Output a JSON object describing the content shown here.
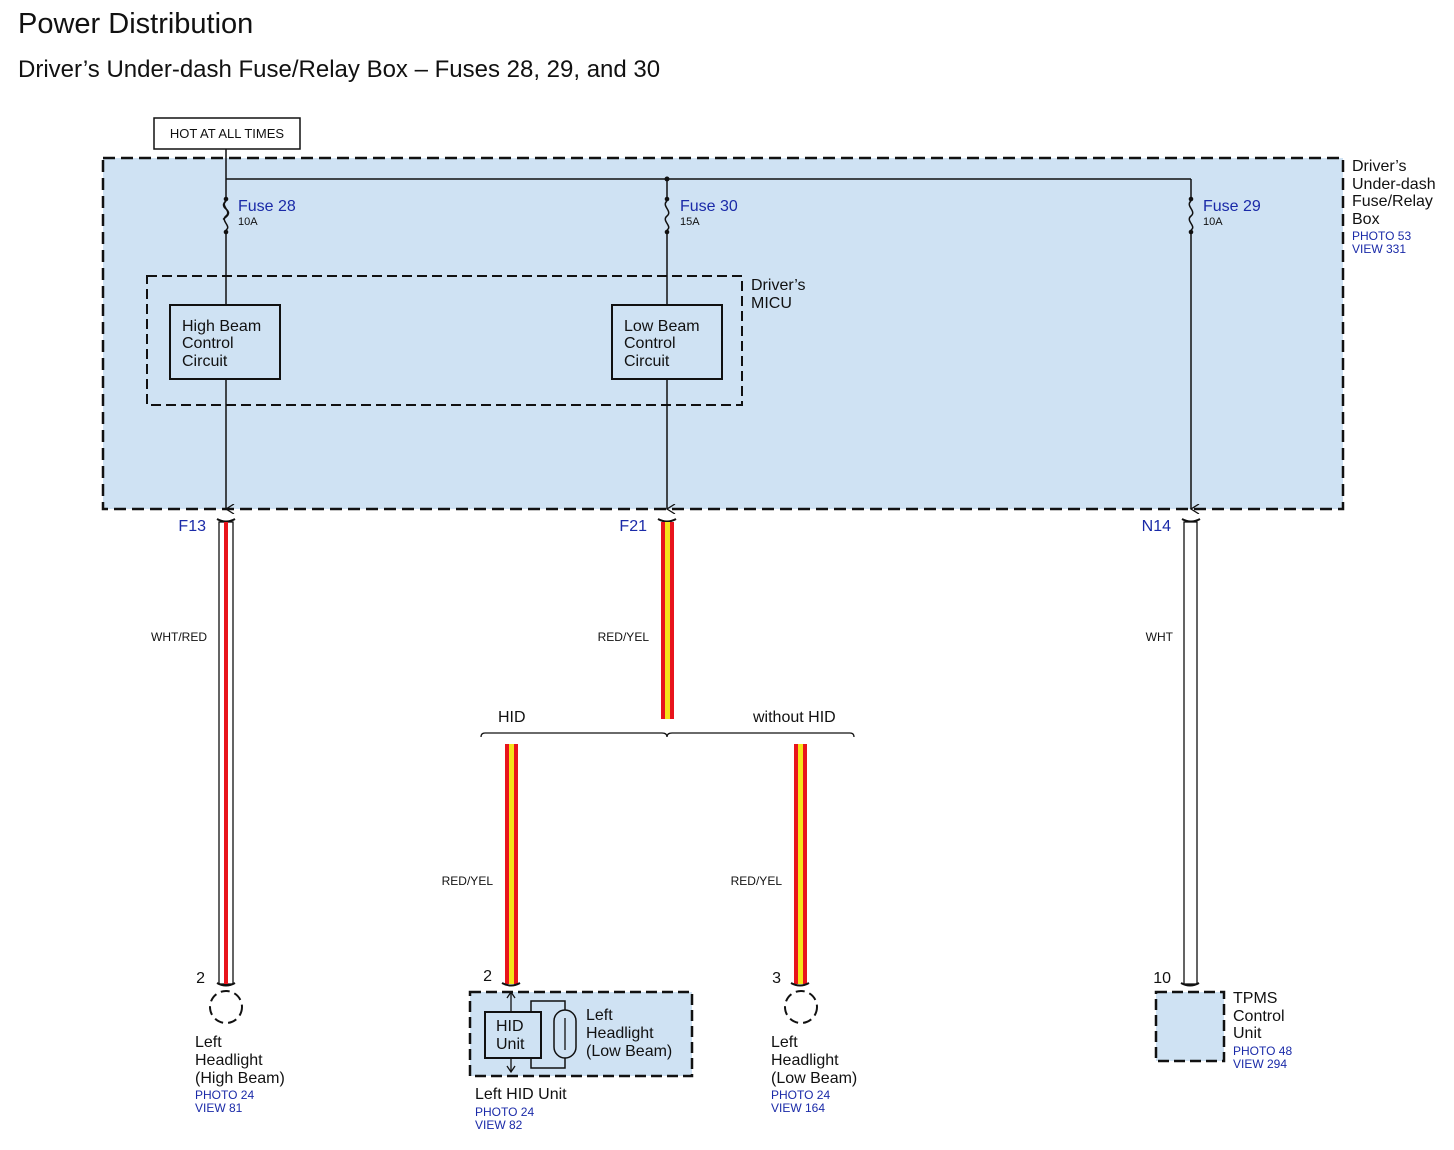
{
  "title": "Power Distribution",
  "subtitle": "Driver’s Under-dash Fuse/Relay Box – Fuses 28, 29, and 30",
  "hot_label": "HOT AT ALL TIMES",
  "fuse_box": {
    "name_lines": [
      "Driver’s",
      "Under-dash",
      "Fuse/Relay",
      "Box"
    ],
    "photo": "PHOTO 53",
    "view": "VIEW 331"
  },
  "fuses": [
    {
      "name": "Fuse 28",
      "rating": "10A"
    },
    {
      "name": "Fuse 30",
      "rating": "15A"
    },
    {
      "name": "Fuse 29",
      "rating": "10A"
    }
  ],
  "micu": {
    "name_lines": [
      "Driver’s",
      "MICU"
    ],
    "high_beam_lines": [
      "High Beam",
      "Control",
      "Circuit"
    ],
    "low_beam_lines": [
      "Low Beam",
      "Control",
      "Circuit"
    ]
  },
  "terminals": [
    "F13",
    "F21",
    "N14"
  ],
  "wires": {
    "f13": "WHT/RED",
    "f21": "RED/YEL",
    "hid": "RED/YEL",
    "without_hid": "RED/YEL",
    "n14": "WHT"
  },
  "branches": {
    "hid": "HID",
    "without_hid": "without HID"
  },
  "components": {
    "headlight_high": {
      "pin": "2",
      "name_lines": [
        "Left",
        "Headlight",
        "(High Beam)"
      ],
      "photo": "PHOTO 24",
      "view": "VIEW 81"
    },
    "hid_unit": {
      "pin": "2",
      "inner_lines": [
        "HID",
        "Unit"
      ],
      "lamp_lines": [
        "Left",
        "Headlight",
        "(Low Beam)"
      ],
      "name": "Left HID Unit",
      "photo": "PHOTO 24",
      "view": "VIEW 82"
    },
    "headlight_low": {
      "pin": "3",
      "name_lines": [
        "Left",
        "Headlight",
        "(Low Beam)"
      ],
      "photo": "PHOTO 24",
      "view": "VIEW 164"
    },
    "tpms": {
      "pin": "10",
      "name_lines": [
        "TPMS",
        "Control",
        "Unit"
      ],
      "photo": "PHOTO 48",
      "view": "VIEW 294"
    }
  },
  "colors": {
    "box_fill": "#cfe2f3",
    "wire_red": "#e8141c",
    "wire_yellow": "#f5e21a",
    "ref_blue": "#1a2aa8"
  }
}
